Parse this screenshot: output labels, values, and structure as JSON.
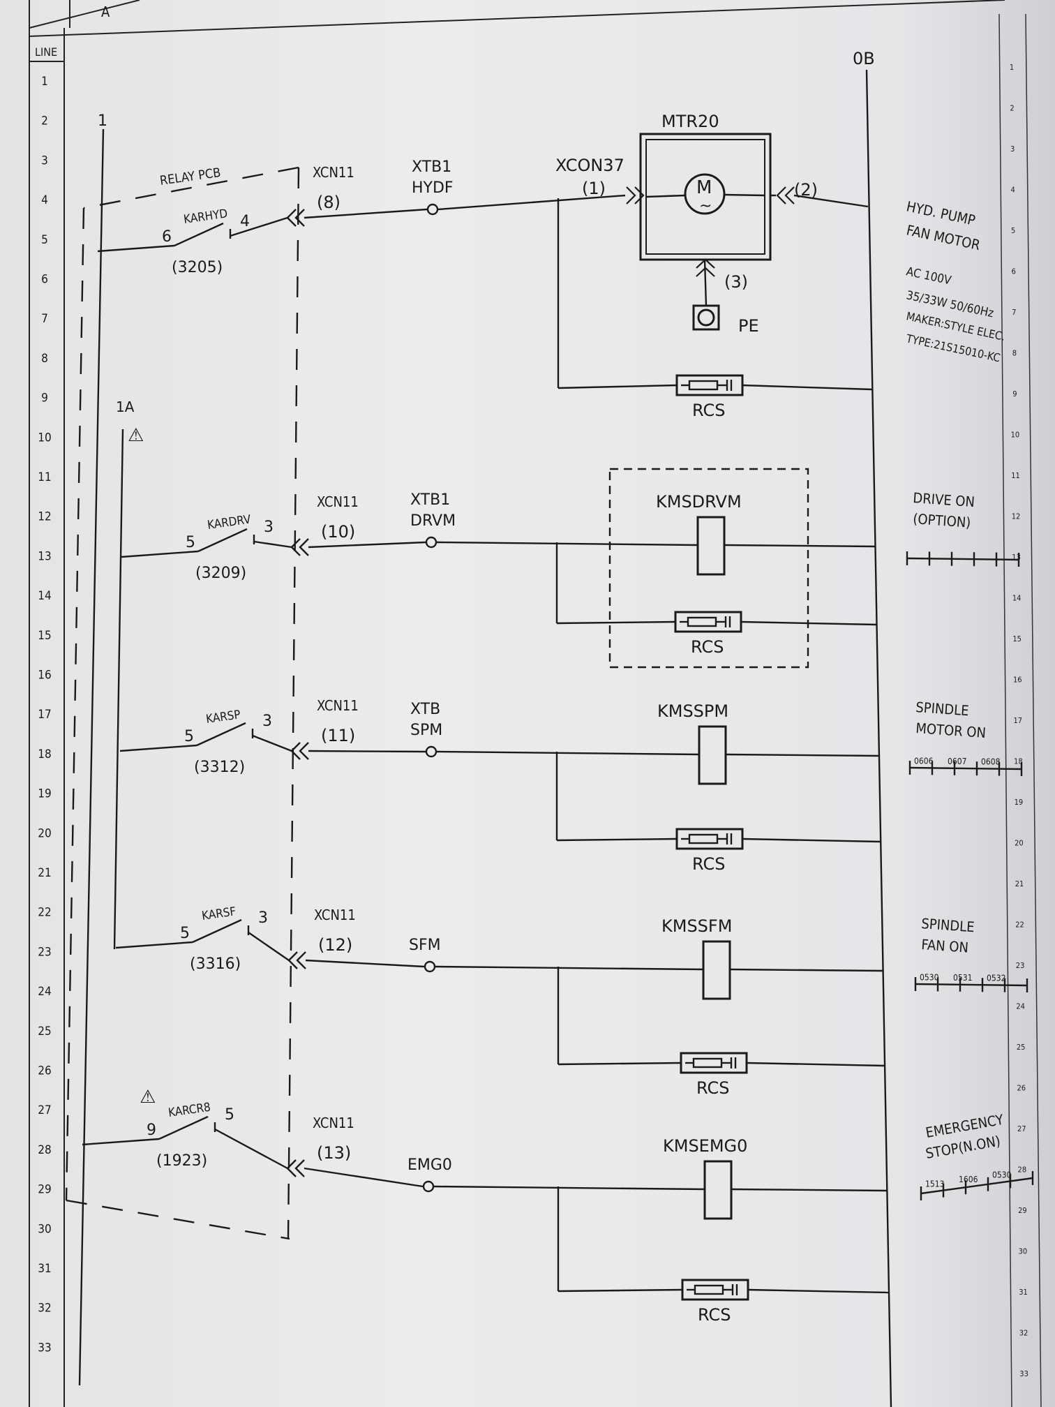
{
  "sheet": {
    "column_header": "A",
    "line_header": "LINE",
    "line_numbers": [
      "1",
      "2",
      "3",
      "4",
      "5",
      "6",
      "7",
      "8",
      "9",
      "10",
      "11",
      "12",
      "13",
      "14",
      "15",
      "16",
      "17",
      "18",
      "19",
      "20",
      "21",
      "22",
      "23",
      "24",
      "25",
      "26",
      "27",
      "28",
      "29",
      "30",
      "31",
      "32",
      "33"
    ],
    "right_line_numbers": [
      "1",
      "2",
      "3",
      "4",
      "5",
      "6",
      "7",
      "8",
      "9",
      "10",
      "11",
      "12",
      "13",
      "14",
      "15",
      "16",
      "17",
      "18",
      "19",
      "20",
      "21",
      "22",
      "23",
      "24",
      "25",
      "26",
      "27",
      "28",
      "29",
      "30",
      "31",
      "32",
      "33"
    ]
  },
  "rails": {
    "left_rail": "1",
    "branch_rail": "1A",
    "right_rail": "0B"
  },
  "relay_pcb_label": "RELAY PCB",
  "warning_symbol": "⚠",
  "motor": {
    "name": "MTR20",
    "symbol_m": "M",
    "symbol_ac": "~",
    "connector": "XCON37",
    "pin1": "(1)",
    "pin2": "(2)",
    "pin3": "(3)",
    "pe_label": "PE",
    "description": [
      "HYD. PUMP",
      "FAN MOTOR",
      "AC 100V",
      "35/33W 50/60Hz",
      "MAKER:STYLE ELEC.",
      "TYPE:21S15010-KC"
    ]
  },
  "rungs": [
    {
      "contact_in": "6",
      "relay": "KARHYD",
      "contact_out": "4",
      "ref": "(3205)",
      "connector": "XCN11",
      "pin": "(8)",
      "terminal_a": "XTB1",
      "terminal_b": "HYDF",
      "load": "",
      "rcs": "RCS",
      "description": []
    },
    {
      "contact_in": "5",
      "relay": "KARDRV",
      "contact_out": "3",
      "ref": "(3209)",
      "connector": "XCN11",
      "pin": "(10)",
      "terminal_a": "XTB1",
      "terminal_b": "DRVM",
      "load": "KMSDRVM",
      "rcs": "RCS",
      "description": [
        "DRIVE ON",
        "(OPTION)"
      ],
      "contact_refs": []
    },
    {
      "contact_in": "5",
      "relay": "KARSP",
      "contact_out": "3",
      "ref": "(3312)",
      "connector": "XCN11",
      "pin": "(11)",
      "terminal_a": "XTB",
      "terminal_b": "SPM",
      "load": "KMSSPM",
      "rcs": "RCS",
      "description": [
        "SPINDLE",
        "MOTOR ON"
      ],
      "contact_refs": [
        "0606",
        "0607",
        "0608"
      ]
    },
    {
      "contact_in": "5",
      "relay": "KARSF",
      "contact_out": "3",
      "ref": "(3316)",
      "connector": "XCN11",
      "pin": "(12)",
      "terminal_a": "",
      "terminal_b": "SFM",
      "load": "KMSSFM",
      "rcs": "RCS",
      "description": [
        "SPINDLE",
        "FAN ON"
      ],
      "contact_refs": [
        "0530",
        "0531",
        "0532"
      ]
    },
    {
      "contact_in": "9",
      "relay": "KARCR8",
      "contact_out": "5",
      "ref": "(1923)",
      "connector": "XCN11",
      "pin": "(13)",
      "terminal_a": "",
      "terminal_b": "EMG0",
      "load": "KMSEMG0",
      "rcs": "RCS",
      "description": [
        "EMERGENCY",
        "STOP(N.ON)"
      ],
      "contact_refs": [
        "1513",
        "1606",
        "0530"
      ]
    }
  ]
}
